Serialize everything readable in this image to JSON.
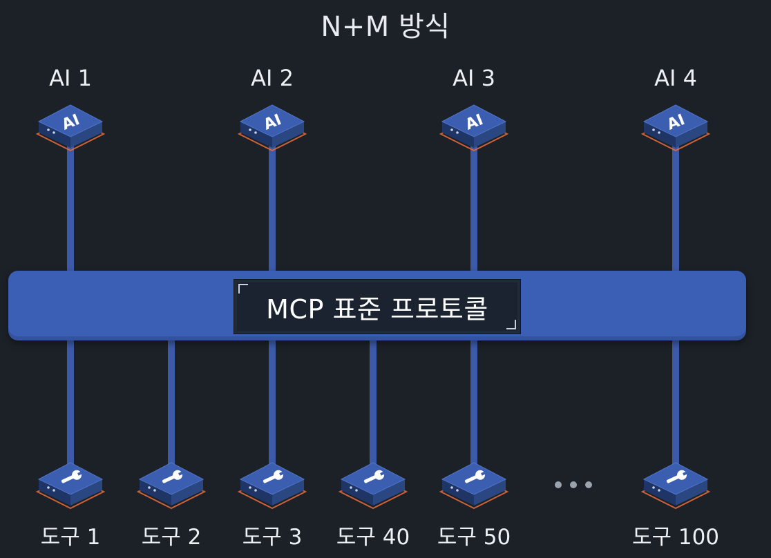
{
  "title": "N+M 방식",
  "protocol_label": "MCP 표준 프로토콜",
  "ai_nodes": [
    {
      "label": "AI 1",
      "icon_text": "AI"
    },
    {
      "label": "AI 2",
      "icon_text": "AI"
    },
    {
      "label": "AI 3",
      "icon_text": "AI"
    },
    {
      "label": "AI 4",
      "icon_text": "AI"
    }
  ],
  "tool_nodes": [
    {
      "label": "도구 1",
      "icon": "wrench-icon"
    },
    {
      "label": "도구 2",
      "icon": "wrench-icon"
    },
    {
      "label": "도구 3",
      "icon": "wrench-icon"
    },
    {
      "label": "도구 40",
      "icon": "wrench-icon"
    },
    {
      "label": "도구 50",
      "icon": "wrench-icon"
    },
    {
      "label": "도구 100",
      "icon": "wrench-icon"
    }
  ],
  "ellipsis_icon": "ellipsis-icon",
  "colors": {
    "background": "#1c2128",
    "bus": "#3b5fb4",
    "connector": "#3d5aa8",
    "box_top": "#3c5eb0",
    "box_accent": "#e0693a"
  }
}
